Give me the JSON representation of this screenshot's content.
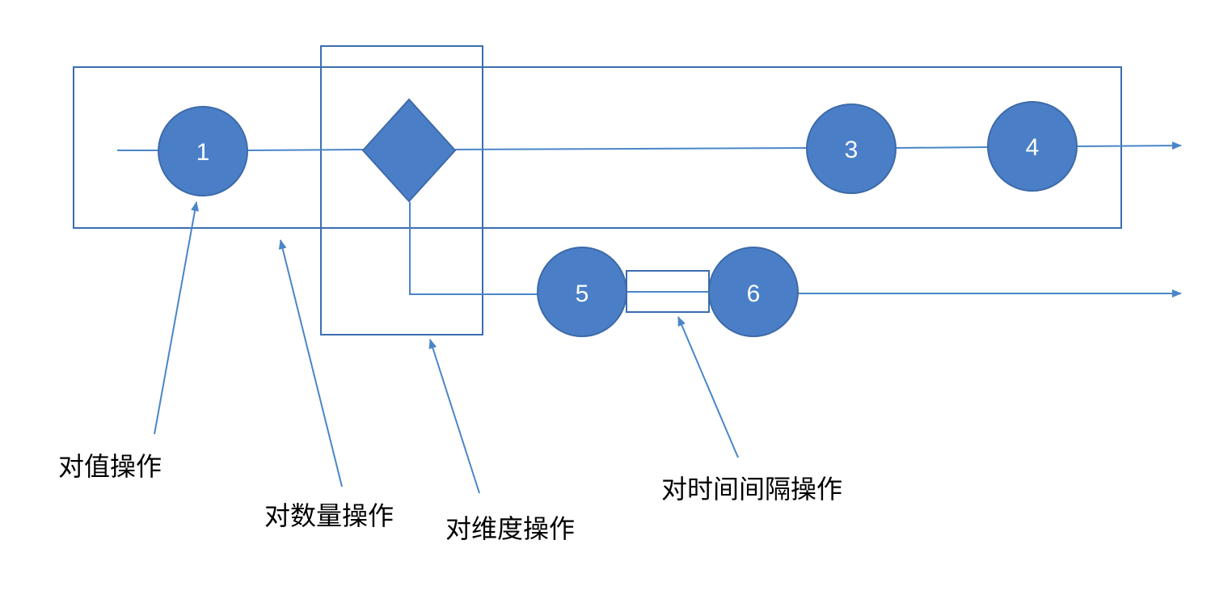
{
  "colors": {
    "node_fill": "#4a7fc8",
    "node_stroke": "#3e6aa8",
    "line": "#4a86c8",
    "box_stroke": "#3c6db0",
    "text_light": "#ffffff",
    "text_dark": "#000000"
  },
  "nodes": {
    "n1": "1",
    "n3": "3",
    "n4": "4",
    "n5": "5",
    "n6": "6"
  },
  "callouts": {
    "value_op": "对值操作",
    "quantity_op": "对数量操作",
    "dimension_op": "对维度操作",
    "interval_op": "对时间间隔操作"
  }
}
